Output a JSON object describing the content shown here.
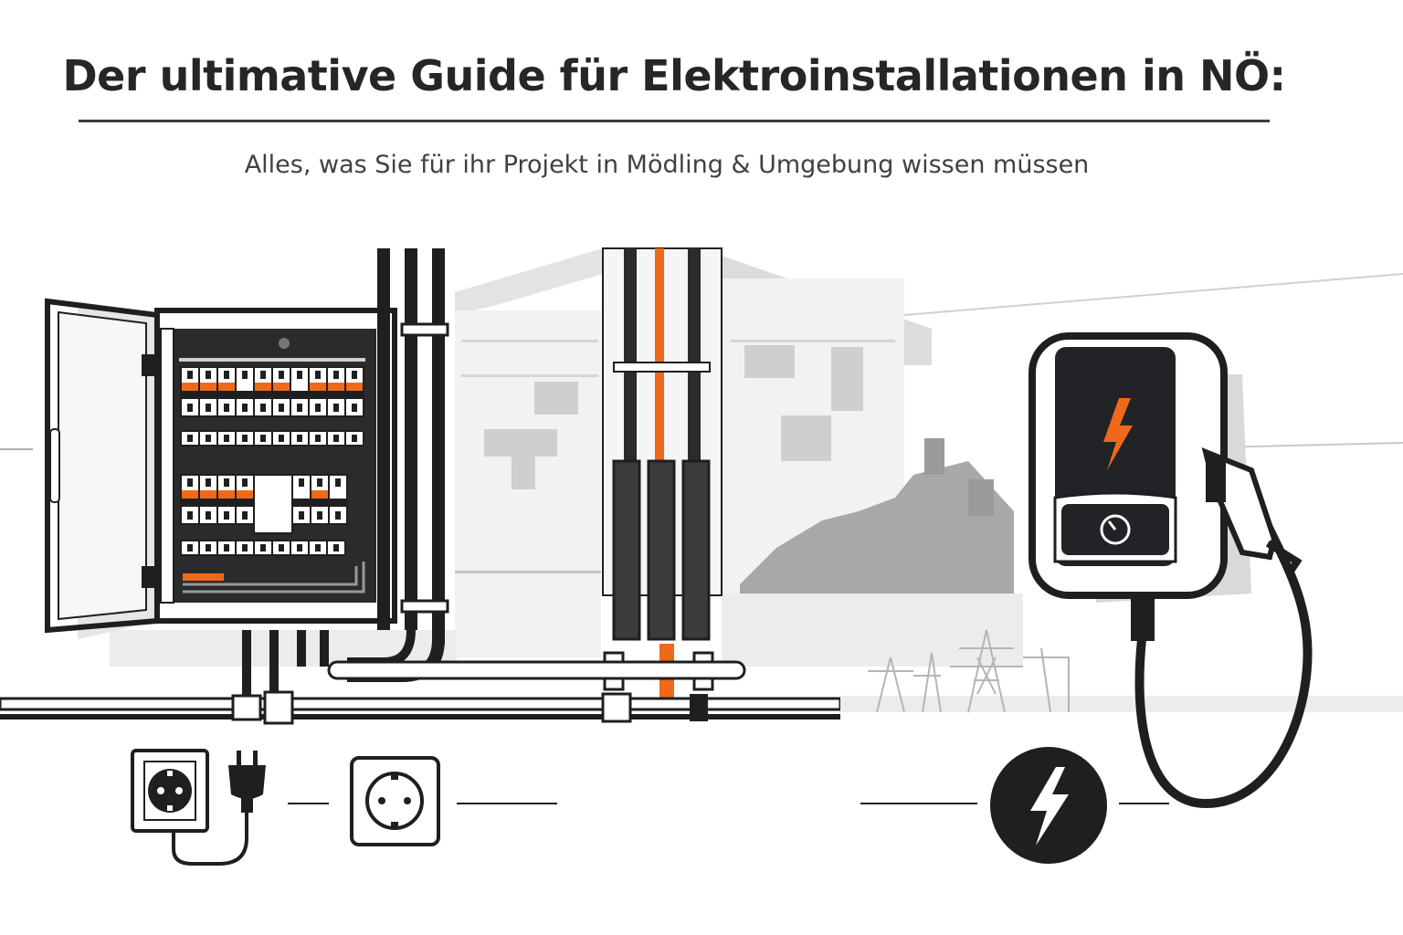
{
  "header": {
    "title": "Der ultimative Guide für Elektroinstallationen in NÖ:",
    "subtitle": "Alles, was Sie für ihr Projekt in Mödling & Umgebung wissen müssen"
  },
  "illustration": {
    "items": [
      "fuse-box",
      "cable-riser",
      "house-silhouette",
      "ev-wallbox-charger",
      "power-pylons",
      "wall-socket",
      "plug",
      "lightning-badge"
    ],
    "colors": {
      "ink": "#1e1f21",
      "accent": "#ee6a1a",
      "grey": "#c9c9c9",
      "light": "#e4e4e4"
    }
  }
}
